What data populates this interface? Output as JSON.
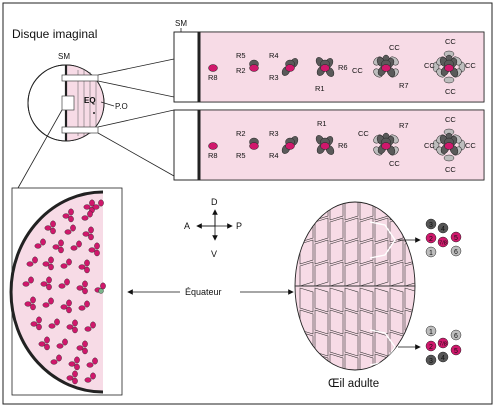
{
  "disc": {
    "title": "Disque imaginal",
    "sm": "SM",
    "eq": "EQ",
    "po": "P.O"
  },
  "panels": {
    "sm": "SM",
    "top_labels": [
      {
        "key": "r8",
        "text": "R8"
      },
      {
        "key": "r5",
        "text": "R5"
      },
      {
        "key": "r2",
        "text": "R2"
      },
      {
        "key": "r4",
        "text": "R4"
      },
      {
        "key": "r3",
        "text": "R3"
      },
      {
        "key": "r6",
        "text": "R6"
      },
      {
        "key": "r1",
        "text": "R1"
      },
      {
        "key": "cc1",
        "text": "CC"
      },
      {
        "key": "cc2",
        "text": "CC"
      },
      {
        "key": "r7",
        "text": "R7"
      },
      {
        "key": "cc3",
        "text": "CC"
      },
      {
        "key": "cc4",
        "text": "CC"
      },
      {
        "key": "cc5",
        "text": "CC"
      },
      {
        "key": "cc6",
        "text": "CC"
      }
    ],
    "bottom_labels": [
      {
        "key": "r8",
        "text": "R8"
      },
      {
        "key": "r2",
        "text": "R2"
      },
      {
        "key": "r5",
        "text": "R5"
      },
      {
        "key": "r3",
        "text": "R3"
      },
      {
        "key": "r4",
        "text": "R4"
      },
      {
        "key": "r1",
        "text": "R1"
      },
      {
        "key": "r6",
        "text": "R6"
      },
      {
        "key": "cc1",
        "text": "CC"
      },
      {
        "key": "r7",
        "text": "R7"
      },
      {
        "key": "cc2",
        "text": "CC"
      },
      {
        "key": "cc3",
        "text": "CC"
      },
      {
        "key": "cc4",
        "text": "CC"
      },
      {
        "key": "cc5",
        "text": "CC"
      },
      {
        "key": "cc6",
        "text": "CC"
      }
    ]
  },
  "axes": {
    "d": "D",
    "a": "A",
    "p": "P",
    "v": "V"
  },
  "equator": "Équateur",
  "eye": {
    "title": "Œil adulte"
  },
  "ommatidia": {
    "upper": [
      {
        "key": "n3",
        "text": "3",
        "color": "#555555"
      },
      {
        "key": "n4",
        "text": "4",
        "color": "#555555"
      },
      {
        "key": "n2",
        "text": "2",
        "color": "#d0186c"
      },
      {
        "key": "n78",
        "text": "7/8",
        "color": "#d0186c"
      },
      {
        "key": "n5",
        "text": "5",
        "color": "#d0186c"
      },
      {
        "key": "n1",
        "text": "1",
        "color": "#bdbdbd"
      },
      {
        "key": "n6",
        "text": "6",
        "color": "#bdbdbd"
      }
    ],
    "lower": [
      {
        "key": "n1",
        "text": "1",
        "color": "#bdbdbd"
      },
      {
        "key": "n6",
        "text": "6",
        "color": "#bdbdbd"
      },
      {
        "key": "n2",
        "text": "2",
        "color": "#d0186c"
      },
      {
        "key": "n78",
        "text": "7/8",
        "color": "#d0186c"
      },
      {
        "key": "n5",
        "text": "5",
        "color": "#d0186c"
      },
      {
        "key": "n3",
        "text": "3",
        "color": "#555555"
      },
      {
        "key": "n4",
        "text": "4",
        "color": "#555555"
      }
    ]
  },
  "colors": {
    "pink_fill": "#f7dbe6",
    "magenta": "#d0186c",
    "grey_dark": "#5a5a5a",
    "grey_light": "#bdbdbd"
  }
}
